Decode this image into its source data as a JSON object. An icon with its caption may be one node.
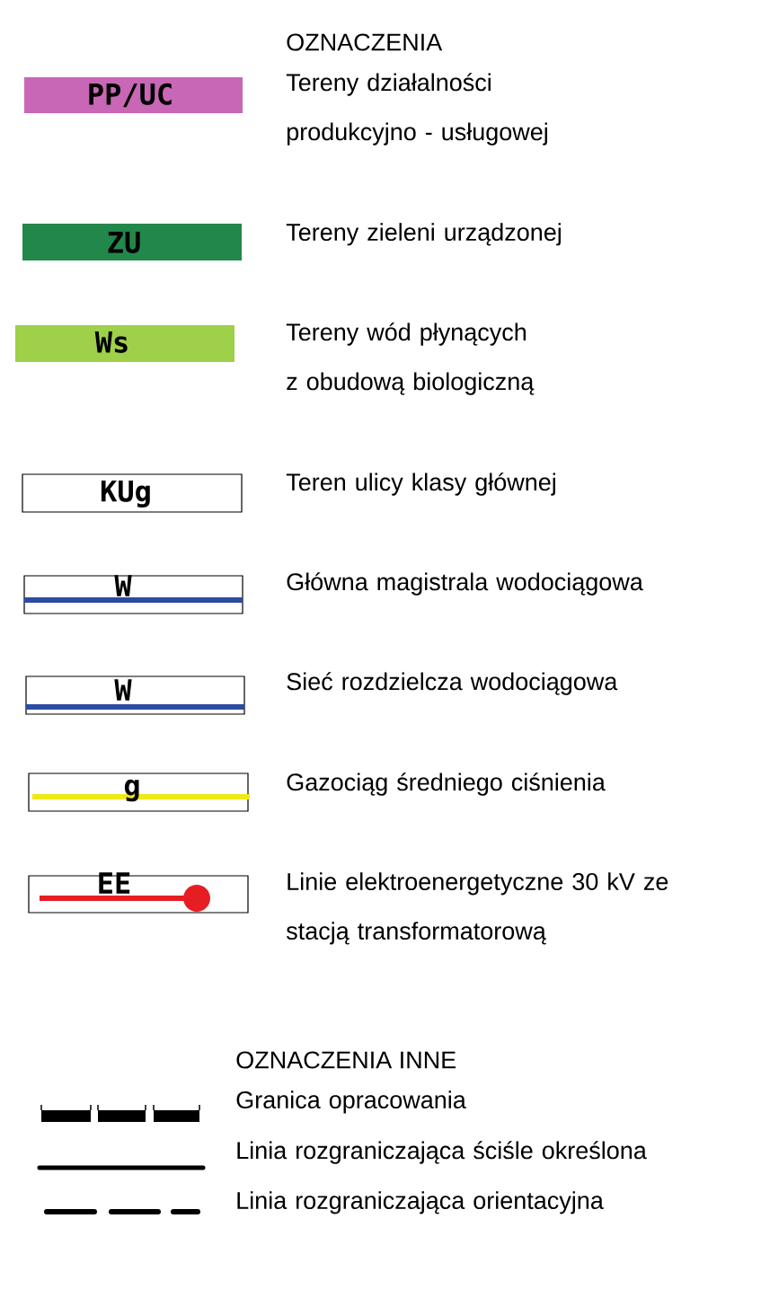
{
  "diagram": {
    "title": "OZNACZENIA",
    "labels": [
      "PP/UC",
      "ZU",
      "Ws",
      "KUg",
      "W",
      "W",
      "g",
      "EE",
      "OZNACZENIA INNE"
    ],
    "legend": [
      {
        "text": "Tereny działalności produkcyjno - usługowej",
        "color": "#c867b5"
      },
      {
        "text": "Tereny zieleni urządzonej",
        "color": "#22874a"
      },
      {
        "text": "Tereny wód płynących z obudową biologiczną",
        "color": "#9ed04a"
      },
      {
        "text": "Teren ulicy klasy głównej"
      },
      {
        "text": "Główna magistrala wodociągowa"
      },
      {
        "text": "Sieć rozdzielcza wodociągowa"
      },
      {
        "text": "Gazociąg średniego ciśnienia"
      },
      {
        "text": "Linie elektroenergetyczne 30 kV ze stacją transformatorową"
      },
      {
        "text": "Granica opracowania"
      },
      {
        "text": "Linia rozgraniczająca ściśle określona"
      },
      {
        "text": "Linia rozgraniczająca orientacyjna"
      }
    ]
  }
}
